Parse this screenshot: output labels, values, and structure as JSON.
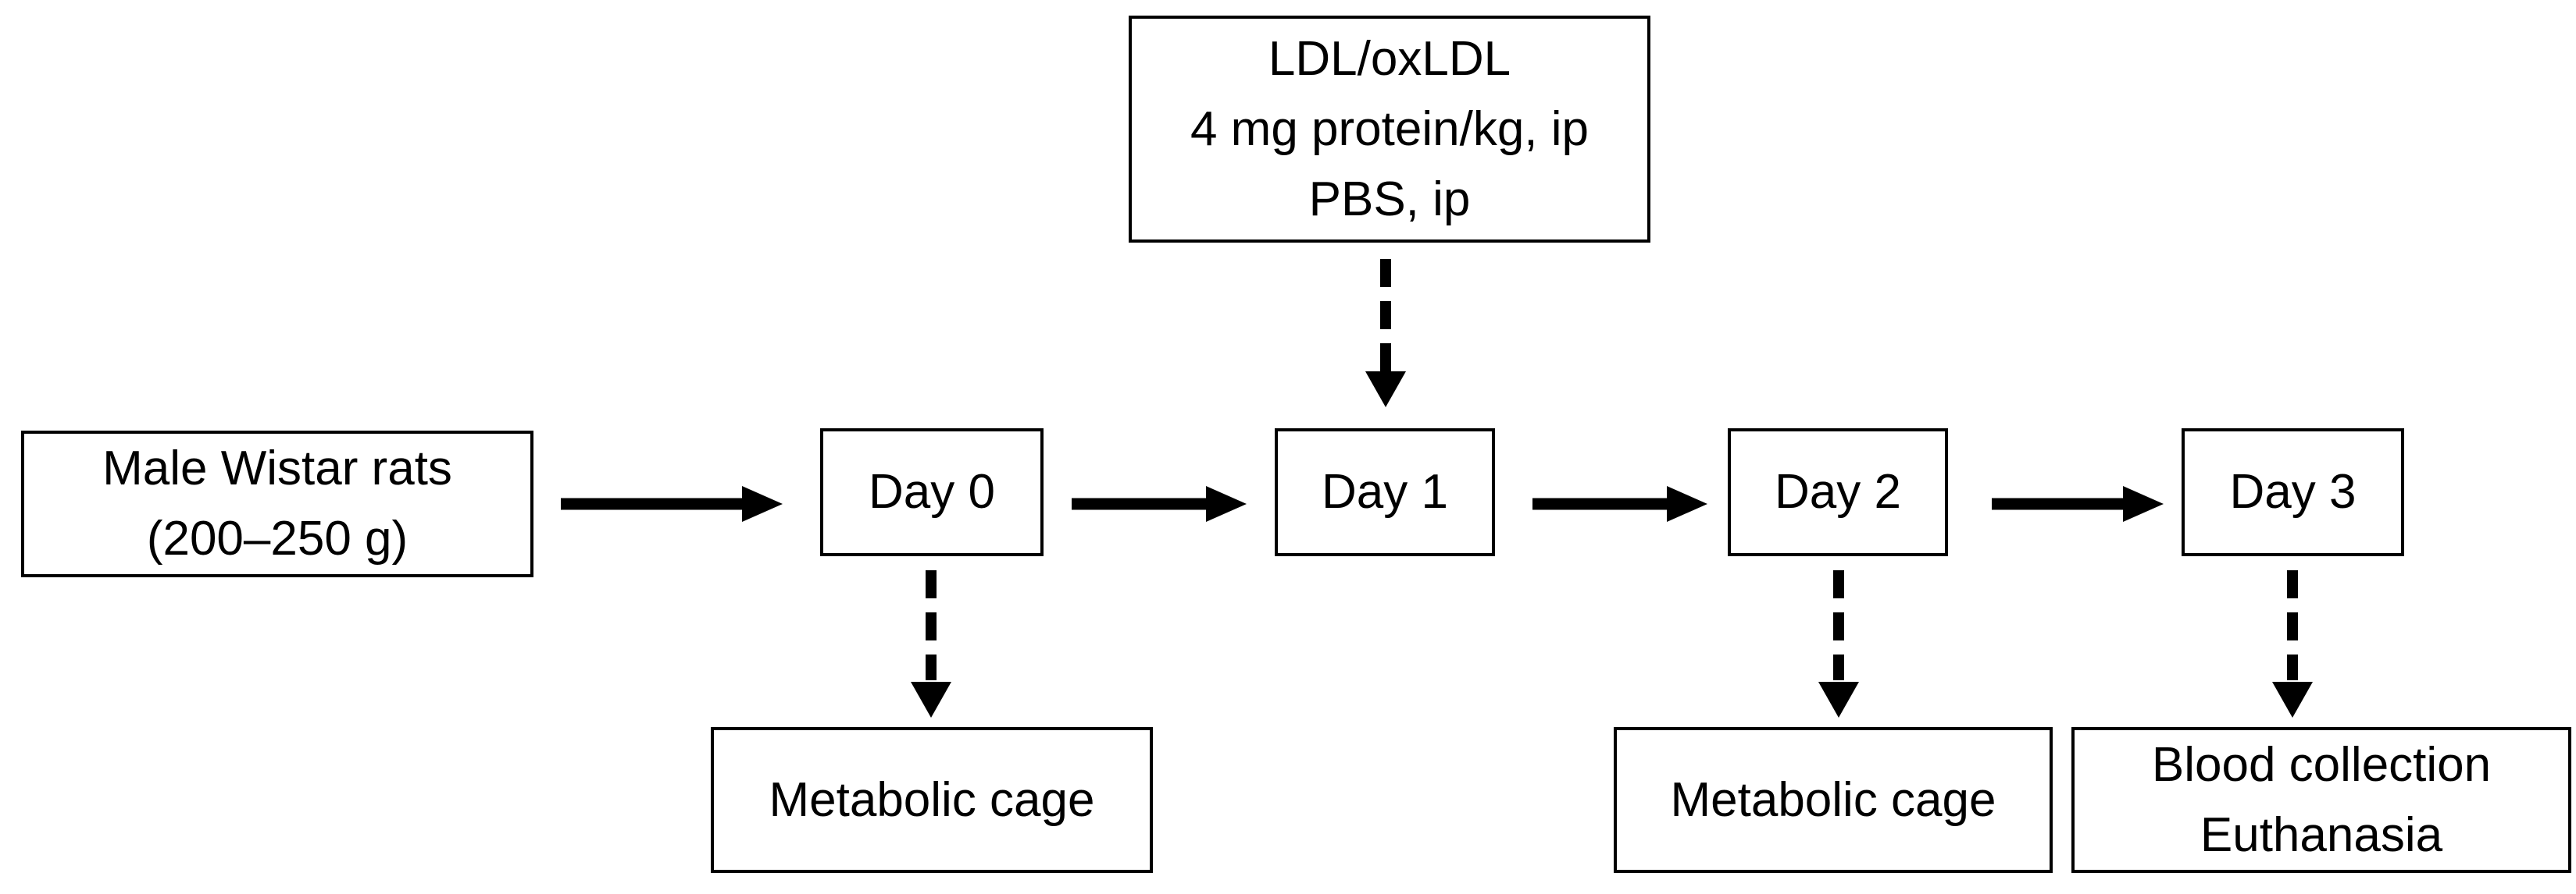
{
  "colors": {
    "background": "#ffffff",
    "line": "#000000",
    "text": "#000000"
  },
  "boxes": {
    "ldl": {
      "lines": [
        "LDL/oxLDL",
        "4 mg protein/kg, ip",
        "PBS, ip"
      ]
    },
    "rats": {
      "lines": [
        "Male Wistar rats",
        "(200–250 g)"
      ]
    },
    "day0": {
      "label": "Day 0"
    },
    "day1": {
      "label": "Day 1"
    },
    "day2": {
      "label": "Day 2"
    },
    "day3": {
      "label": "Day 3"
    },
    "metabolic_cage_1": {
      "label": "Metabolic cage"
    },
    "metabolic_cage_2": {
      "label": "Metabolic cage"
    },
    "blood": {
      "lines": [
        "Blood collection",
        "Euthanasia"
      ]
    }
  }
}
